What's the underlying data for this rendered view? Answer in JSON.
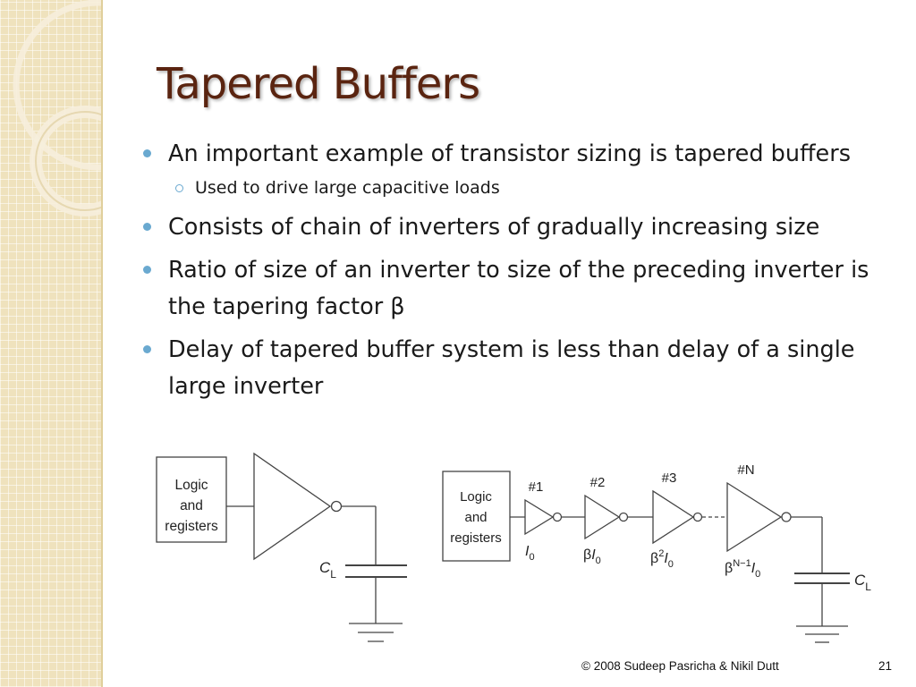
{
  "slide": {
    "title": "Tapered Buffers",
    "bullets": [
      "An important example of transistor sizing is tapered buffers",
      "Used to drive large capacitive loads",
      "Consists of chain of inverters of gradually increasing size",
      "Ratio of size of an inverter to size of the preceding inverter is the tapering factor β",
      "Delay of tapered buffer system is less than delay of a single large inverter"
    ],
    "footer": "© 2008 Sudeep Pasricha  & Nikil Dutt",
    "page_number": "21"
  },
  "diagram": {
    "left": {
      "logic_lines": [
        "Logic",
        "and",
        "registers"
      ],
      "cap_label": "C",
      "cap_sub": "L"
    },
    "right": {
      "logic_lines": [
        "Logic",
        "and",
        "registers"
      ],
      "stage_labels": [
        "#1",
        "#2",
        "#3",
        "#N"
      ],
      "size_labels": [
        {
          "pre": "",
          "sup": "",
          "main": "I",
          "sub": "0"
        },
        {
          "pre": "β",
          "sup": "",
          "main": "I",
          "sub": "0"
        },
        {
          "pre": "β",
          "sup": "2",
          "main": "I",
          "sub": "0"
        },
        {
          "pre": "β",
          "sup": "N−1",
          "main": "I",
          "sub": "0"
        }
      ],
      "cap_label": "C",
      "cap_sub": "L"
    }
  }
}
